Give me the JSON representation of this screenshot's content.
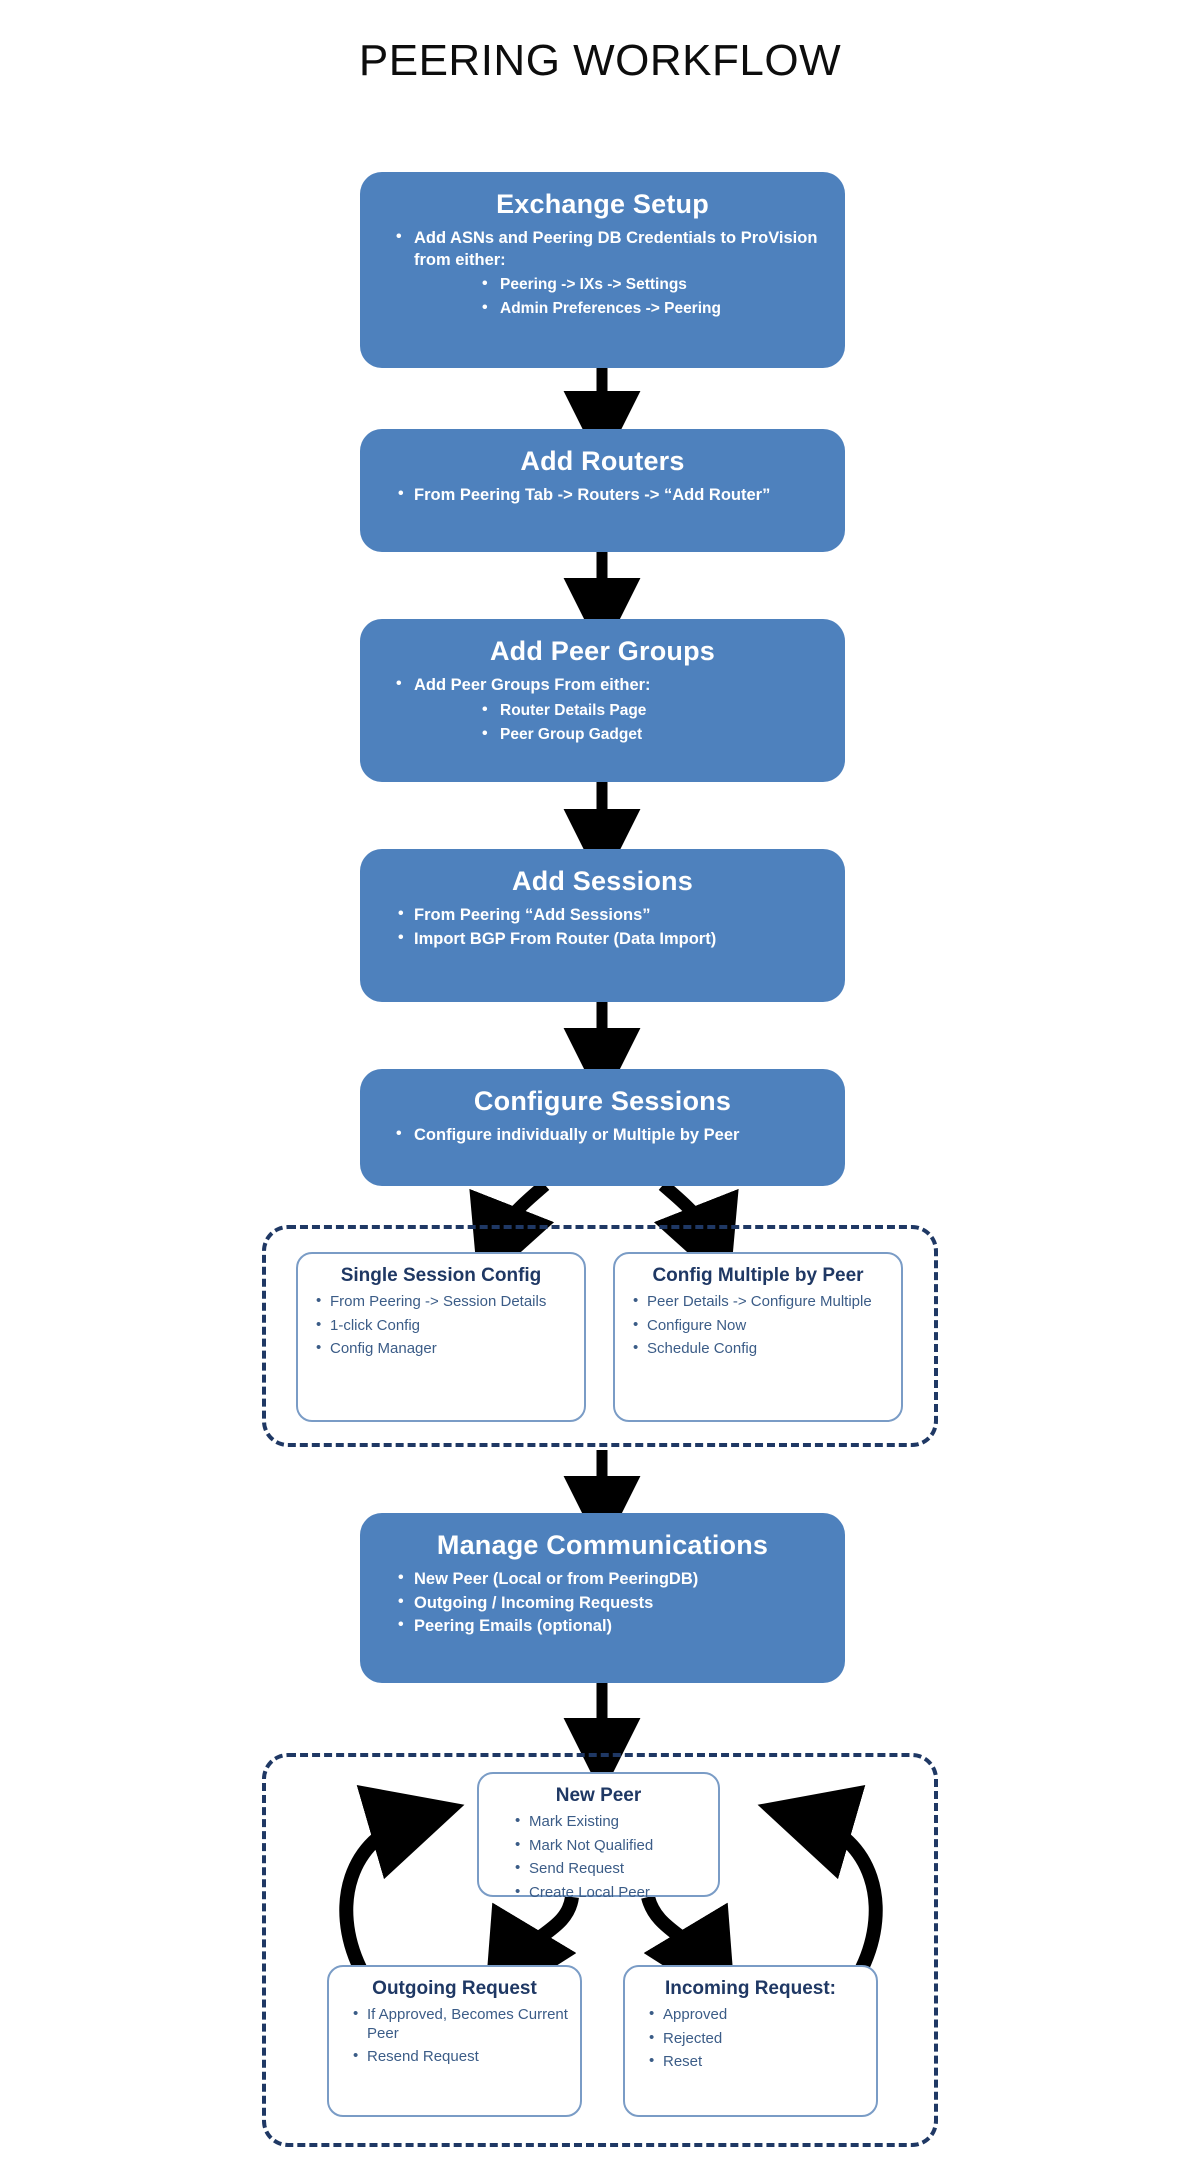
{
  "title": "PEERING WORKFLOW",
  "colors": {
    "node_fill": "#4E81BD",
    "node_text": "#FFFFFF",
    "group_border": "#1F3864",
    "subnode_border": "#7A9CC6",
    "subnode_title": "#1F3864",
    "subnode_text": "#3B5C87",
    "arrow": "#000000",
    "page_background": "#FFFFFF",
    "title_text": "#0D0D0D"
  },
  "nodes": {
    "exchange_setup": {
      "title": "Exchange Setup",
      "bullets": [
        "Add ASNs and Peering DB Credentials to ProVision from either:"
      ],
      "sub_bullets": [
        "Peering -> IXs -> Settings",
        "Admin Preferences -> Peering"
      ]
    },
    "add_routers": {
      "title": "Add Routers",
      "bullets": [
        "From Peering Tab -> Routers -> “Add Router”"
      ],
      "sub_bullets": []
    },
    "add_peer_groups": {
      "title": "Add Peer Groups",
      "bullets": [
        "Add Peer Groups From either:"
      ],
      "sub_bullets": [
        "Router Details Page",
        "Peer Group Gadget"
      ]
    },
    "add_sessions": {
      "title": "Add Sessions",
      "bullets": [
        "From  Peering “Add Sessions”",
        "Import BGP From Router (Data Import)"
      ],
      "sub_bullets": []
    },
    "configure_sessions": {
      "title": "Configure Sessions",
      "bullets": [
        "Configure individually or Multiple by Peer"
      ],
      "sub_bullets": []
    },
    "manage_communications": {
      "title": "Manage Communications",
      "bullets": [
        "New Peer (Local or from PeeringDB)",
        "Outgoing / Incoming Requests",
        "Peering Emails (optional)"
      ],
      "sub_bullets": []
    }
  },
  "config_group": {
    "single_session_config": {
      "title": "Single Session Config",
      "bullets": [
        "From Peering -> Session Details",
        "1-click Config",
        "Config Manager"
      ]
    },
    "config_multiple_by_peer": {
      "title": "Config Multiple by Peer",
      "bullets": [
        "Peer Details -> Configure Multiple",
        "Configure Now",
        "Schedule Config"
      ]
    }
  },
  "communications_group": {
    "new_peer": {
      "title": "New Peer",
      "bullets": [
        "Mark Existing",
        "Mark Not Qualified",
        "Send Request",
        "Create Local Peer"
      ]
    },
    "outgoing_request": {
      "title": "Outgoing Request",
      "bullets": [
        "If Approved, Becomes Current Peer",
        "Resend Request"
      ]
    },
    "incoming_request": {
      "title": "Incoming Request:",
      "bullets": [
        "Approved",
        "Rejected",
        "Reset"
      ]
    }
  },
  "chart_data": {
    "type": "diagram",
    "title": "PEERING WORKFLOW",
    "flow_order": [
      "Exchange Setup",
      "Add Routers",
      "Add Peer Groups",
      "Add Sessions",
      "Configure Sessions",
      "Single Session Config / Config Multiple by Peer",
      "Manage Communications",
      "New Peer / Outgoing Request / Incoming Request"
    ],
    "edges": [
      {
        "from": "Exchange Setup",
        "to": "Add Routers",
        "style": "straight-arrow"
      },
      {
        "from": "Add Routers",
        "to": "Add Peer Groups",
        "style": "straight-arrow"
      },
      {
        "from": "Add Peer Groups",
        "to": "Add Sessions",
        "style": "straight-arrow"
      },
      {
        "from": "Add Sessions",
        "to": "Configure Sessions",
        "style": "straight-arrow"
      },
      {
        "from": "Configure Sessions",
        "to": "Single Session Config",
        "style": "curved-arrow"
      },
      {
        "from": "Configure Sessions",
        "to": "Config Multiple by Peer",
        "style": "curved-arrow"
      },
      {
        "from": "Config group",
        "to": "Manage Communications",
        "style": "straight-arrow"
      },
      {
        "from": "Manage Communications",
        "to": "New Peer",
        "style": "straight-arrow"
      },
      {
        "from": "New Peer",
        "to": "Outgoing Request",
        "style": "curved-arrow"
      },
      {
        "from": "New Peer",
        "to": "Incoming Request",
        "style": "curved-arrow"
      },
      {
        "from": "Outgoing Request",
        "to": "New Peer",
        "style": "curved-arrow"
      },
      {
        "from": "Incoming Request",
        "to": "New Peer",
        "style": "curved-arrow"
      }
    ]
  }
}
